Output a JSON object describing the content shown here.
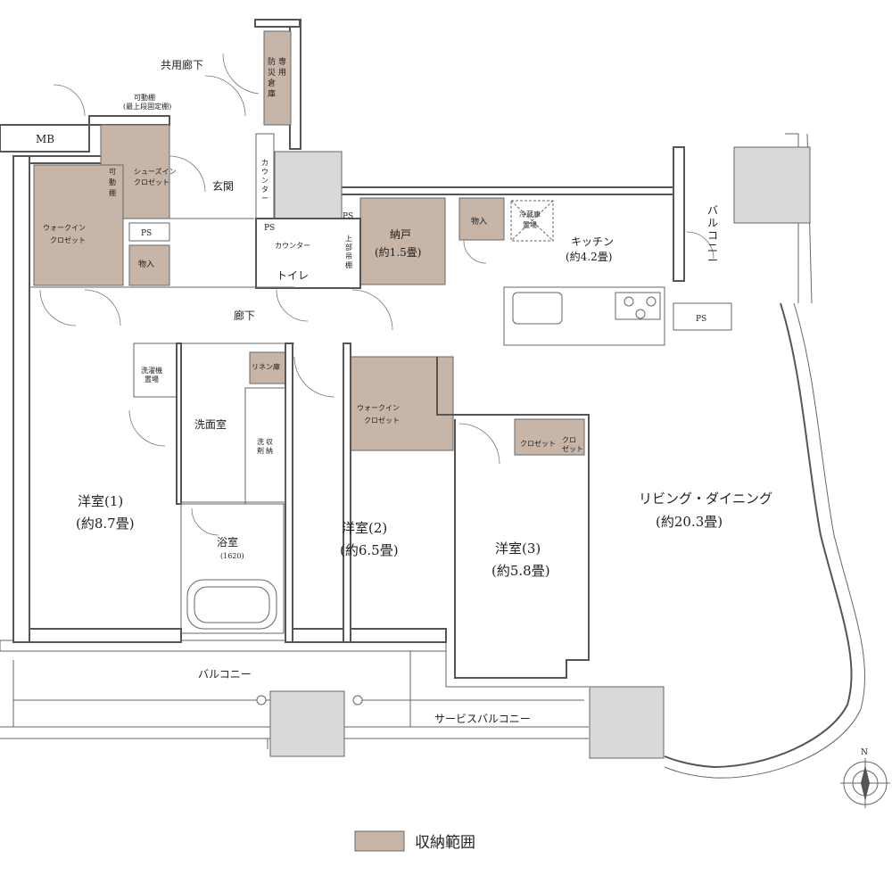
{
  "rooms": {
    "common_corridor": "共用廊下",
    "disaster_storage": [
      "防",
      "災",
      "倉",
      "庫"
    ],
    "disaster_storage_b": [
      "専",
      "用"
    ],
    "mb": "MB",
    "movable_shelf_top": "可動棚",
    "movable_shelf_top_note": "(最上段固定棚)",
    "shoes_in_closet": [
      "シューズイン",
      "クロゼット"
    ],
    "movable_shelf": [
      "可",
      "動",
      "棚"
    ],
    "entrance": "玄関",
    "counter_v": [
      "カ",
      "ウ",
      "ン",
      "タ",
      "ー"
    ],
    "ps": "PS",
    "walk_in_closet_1": [
      "ウォークイン",
      "クロゼット"
    ],
    "storage_small": "物入",
    "toilet_counter": "カウンター",
    "toilet": "トイレ",
    "upper_shelf": [
      "上",
      "部",
      "吊",
      "棚"
    ],
    "nando": "納戸",
    "nando_size": "(約1.5畳)",
    "fridge": [
      "冷蔵庫",
      "置場"
    ],
    "kitchen": "キッチン",
    "kitchen_size": "(約4.2畳)",
    "balcony_v": [
      "バ",
      "ル",
      "コ",
      "ニ",
      "ー"
    ],
    "corridor": "廊下",
    "laundry": [
      "洗濯機",
      "置場"
    ],
    "linen": "リネン庫",
    "washroom": "洗面室",
    "detergent": [
      "洗",
      "剤"
    ],
    "detergent_b": [
      "収",
      "納"
    ],
    "walk_in_closet_2": [
      "ウォークイン",
      "クロゼット"
    ],
    "closet_a": "クロゼット",
    "closet_b": [
      "クロ",
      "ゼット"
    ],
    "western_1": "洋室(1)",
    "western_1_size": "(約8.7畳)",
    "bath": "浴室",
    "bath_size": "(1620)",
    "western_2": "洋室(2)",
    "western_2_size": "(約6.5畳)",
    "western_3": "洋室(3)",
    "western_3_size": "(約5.8畳)",
    "living_dining": "リビング・ダイニング",
    "living_dining_size": "(約20.3畳)",
    "balcony": "バルコニー",
    "service_balcony": "サービスバルコニー"
  },
  "compass": {
    "north": "N"
  },
  "legend": {
    "label": "収納範囲",
    "color": "#c7b5a8"
  }
}
